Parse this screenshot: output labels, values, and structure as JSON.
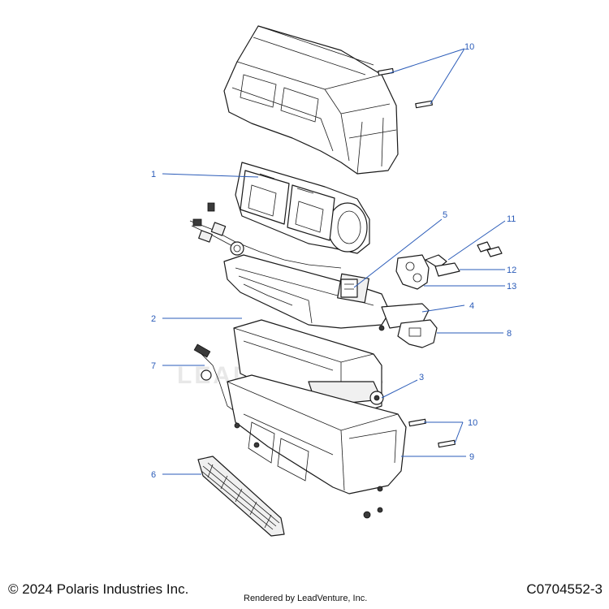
{
  "watermark": "LEADVENTURE",
  "callouts": [
    {
      "id": "c10a",
      "label": "10"
    },
    {
      "id": "c1",
      "label": "1"
    },
    {
      "id": "c5",
      "label": "5"
    },
    {
      "id": "c11",
      "label": "11"
    },
    {
      "id": "c12",
      "label": "12"
    },
    {
      "id": "c13",
      "label": "13"
    },
    {
      "id": "c2",
      "label": "2"
    },
    {
      "id": "c4",
      "label": "4"
    },
    {
      "id": "c7",
      "label": "7"
    },
    {
      "id": "c8",
      "label": "8"
    },
    {
      "id": "c3",
      "label": "3"
    },
    {
      "id": "c10b",
      "label": "10"
    },
    {
      "id": "c9",
      "label": "9"
    },
    {
      "id": "c6",
      "label": "6"
    }
  ],
  "footer": {
    "copyright": "© 2024 Polaris Industries Inc.",
    "rendered_by": "Rendered by LeadVenture, Inc.",
    "figure_id": "C0704552-3"
  },
  "colors": {
    "callout": "#2a5bb8",
    "linework": "#1a1a1a"
  }
}
